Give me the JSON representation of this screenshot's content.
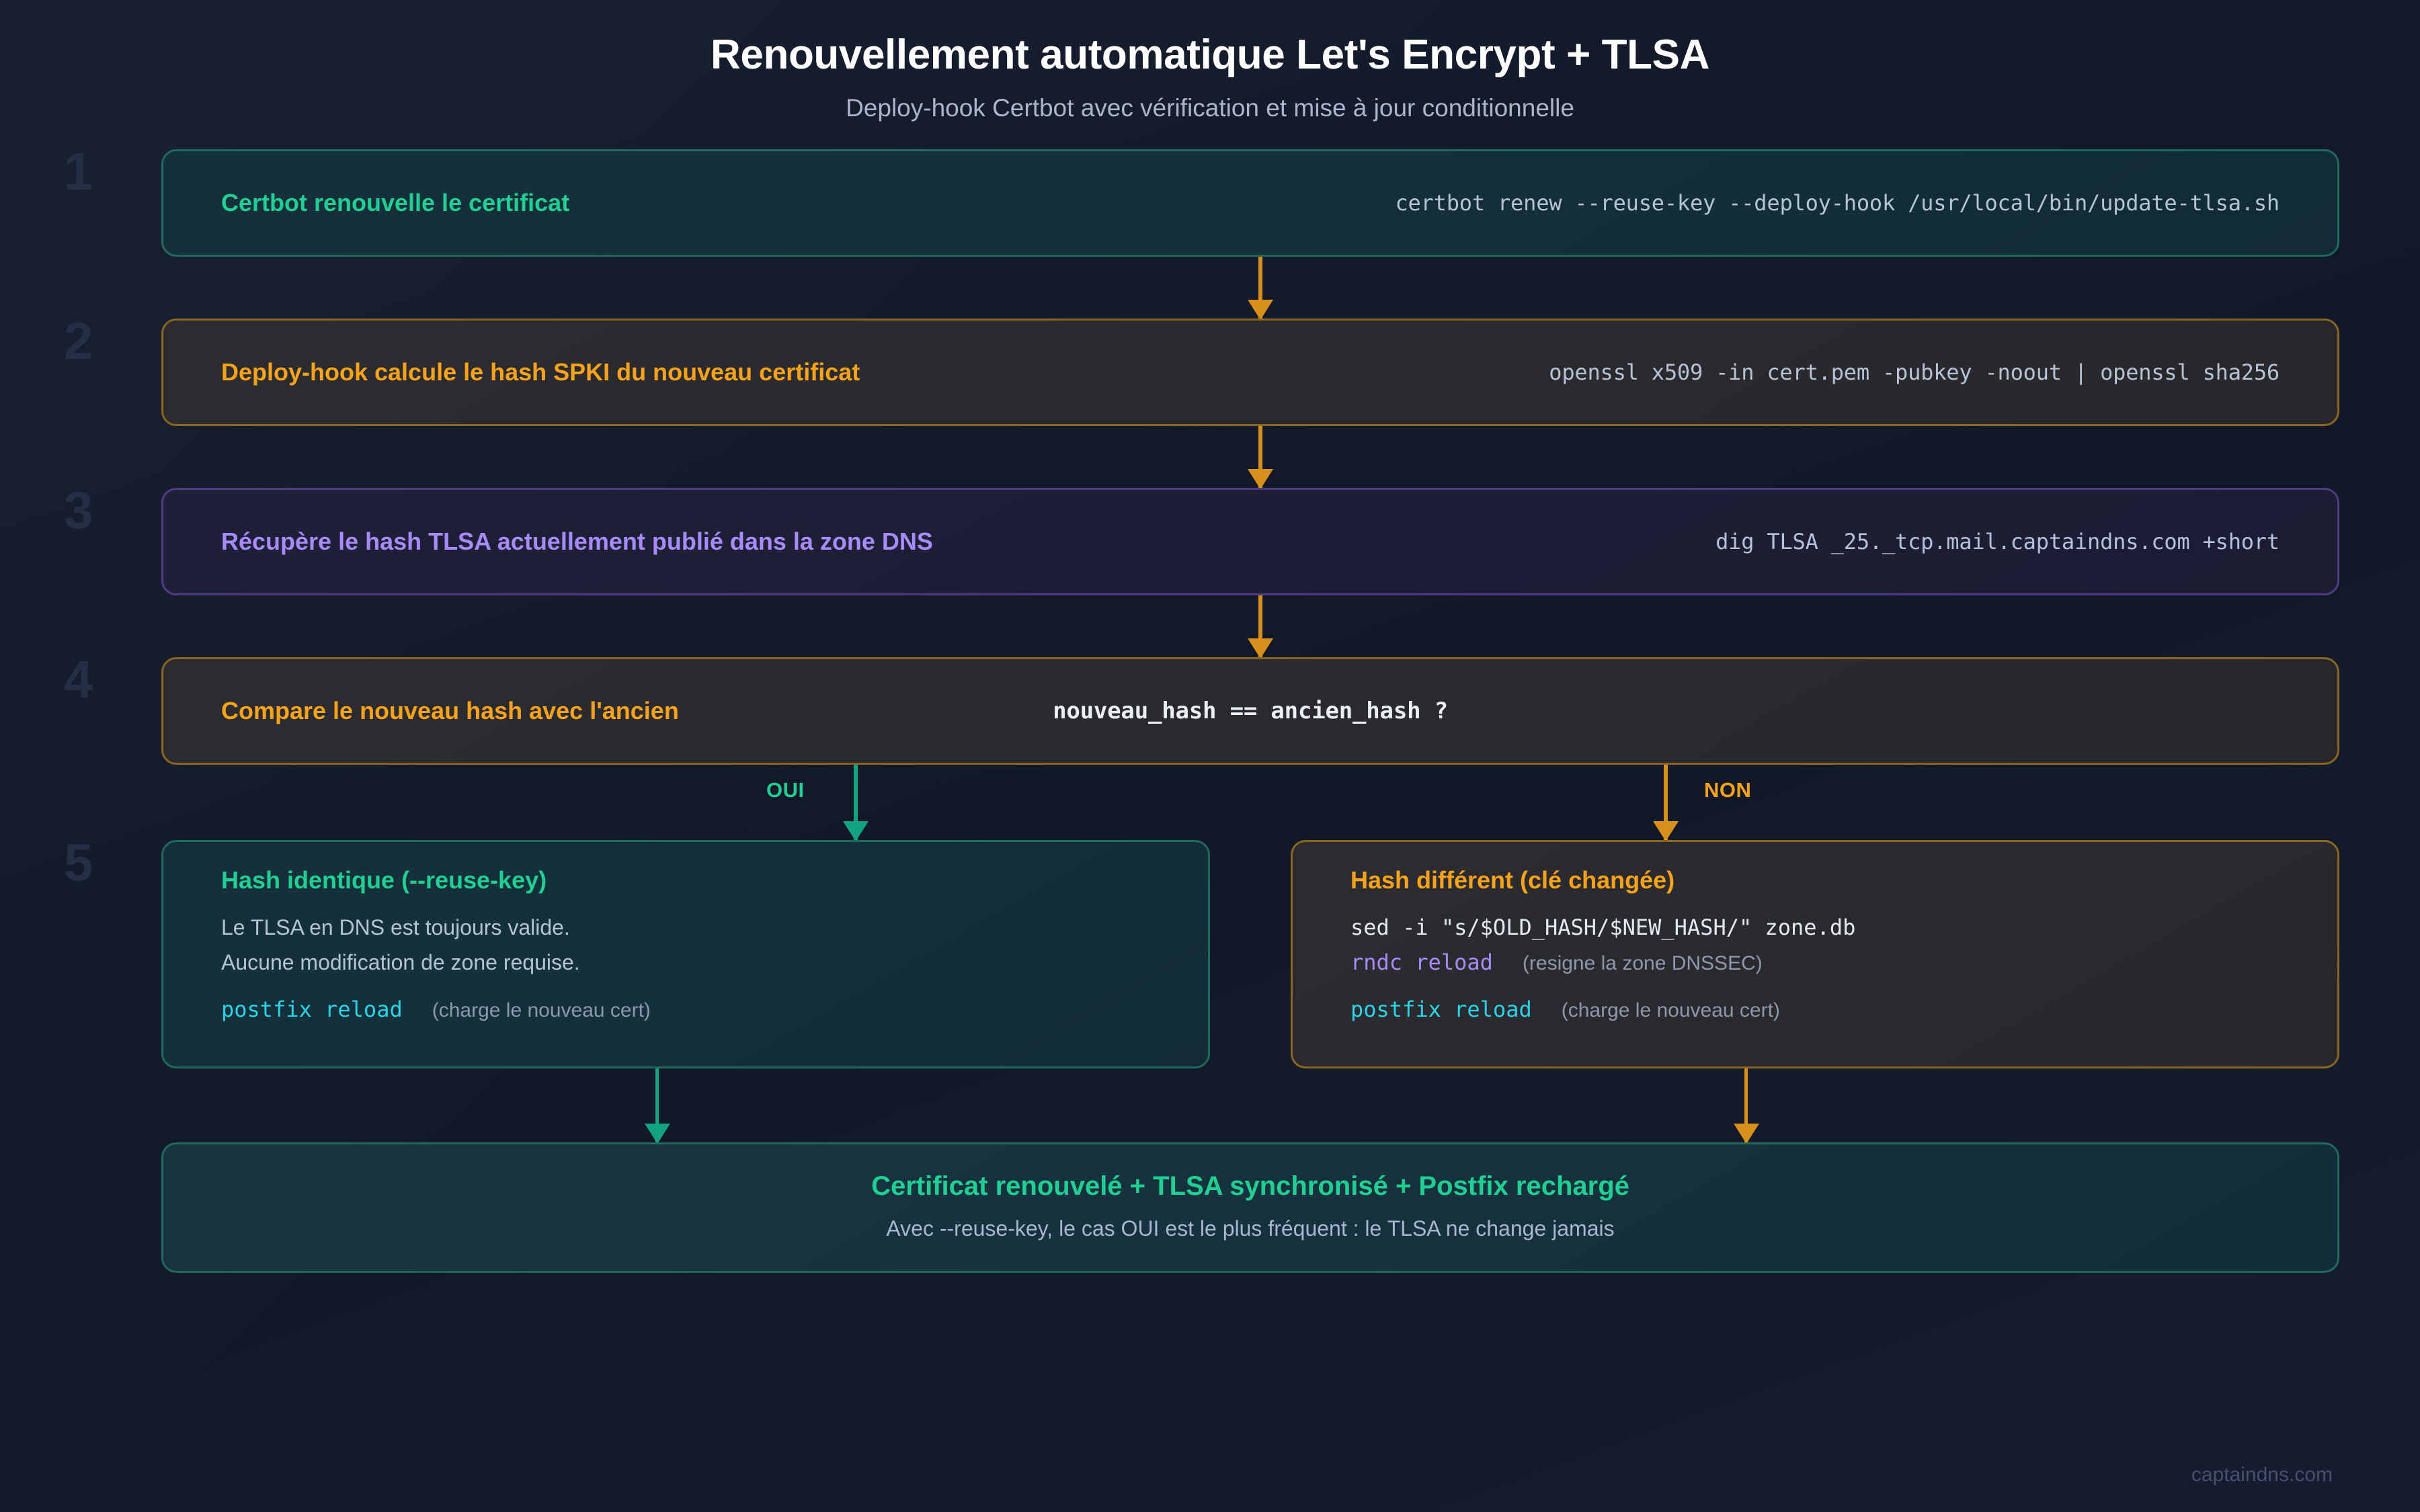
{
  "header": {
    "title": "Renouvellement automatique Let's Encrypt + TLSA",
    "subtitle": "Deploy-hook Certbot avec vérification et mise à jour conditionnelle"
  },
  "steps": [
    {
      "number": "1",
      "title": "Certbot renouvelle le certificat",
      "command": "certbot renew --reuse-key --deploy-hook /usr/local/bin/update-tlsa.sh",
      "accent": "#22cf93"
    },
    {
      "number": "2",
      "title": "Deploy-hook calcule le hash SPKI du nouveau certificat",
      "command": "openssl x509 -in cert.pem -pubkey -noout | openssl sha256",
      "accent": "#f9a31a"
    },
    {
      "number": "3",
      "title": "Récupère le hash TLSA actuellement publié dans la zone DNS",
      "command": "dig TLSA _25._tcp.mail.captaindns.com +short",
      "accent": "#a78bfa"
    },
    {
      "number": "4",
      "title": "Compare le nouveau hash avec l'ancien",
      "command": "nouveau_hash == ancien_hash ?",
      "accent": "#f9a31a"
    }
  ],
  "branch": {
    "number": "5",
    "yes_label": "OUI",
    "no_label": "NON",
    "yes": {
      "title": "Hash identique (--reuse-key)",
      "line1": "Le TLSA en DNS est toujours valide.",
      "line2": "Aucune modification de zone requise.",
      "cmd_postfix": "postfix reload",
      "note_postfix": "(charge le nouveau cert)"
    },
    "no": {
      "title": "Hash différent (clé changée)",
      "cmd_sed": "sed -i \"s/$OLD_HASH/$NEW_HASH/\" zone.db",
      "cmd_rndc": "rndc reload",
      "note_rndc": "(resigne la zone DNSSEC)",
      "cmd_postfix": "postfix reload",
      "note_postfix": "(charge le nouveau cert)"
    }
  },
  "final": {
    "title": "Certificat renouvelé + TLSA synchronisé + Postfix rechargé",
    "subtitle": "Avec --reuse-key, le cas OUI est le plus fréquent : le TLSA ne change jamais"
  },
  "footer": {
    "watermark": "captaindns.com"
  },
  "colors": {
    "background": "#141b2d",
    "green": "#22cf93",
    "amber": "#f9a31a",
    "purple": "#a78bfa",
    "cyan": "#2ad4e8",
    "arrow_amber": "#d9901a",
    "arrow_green": "#13a382"
  }
}
